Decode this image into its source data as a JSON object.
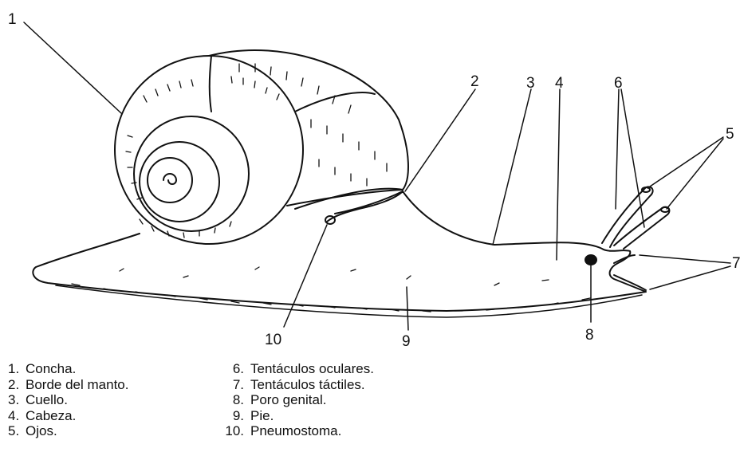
{
  "callout_numbers": [
    "1",
    "2",
    "3",
    "4",
    "5",
    "6",
    "7",
    "8",
    "9",
    "10"
  ],
  "legend": [
    {
      "number": "1.",
      "label": "Concha."
    },
    {
      "number": "2.",
      "label": "Borde del manto."
    },
    {
      "number": "3.",
      "label": "Cuello."
    },
    {
      "number": "4.",
      "label": "Cabeza."
    },
    {
      "number": "5.",
      "label": "Ojos."
    },
    {
      "number": "6.",
      "label": "Tentáculos oculares."
    },
    {
      "number": "7.",
      "label": "Tentáculos táctiles."
    },
    {
      "number": "8.",
      "label": "Poro genital."
    },
    {
      "number": "9.",
      "label": "Pie."
    },
    {
      "number": "10.",
      "label": "Pneumostoma."
    }
  ],
  "colors": {
    "line": "#111111",
    "background": "#ffffff"
  }
}
